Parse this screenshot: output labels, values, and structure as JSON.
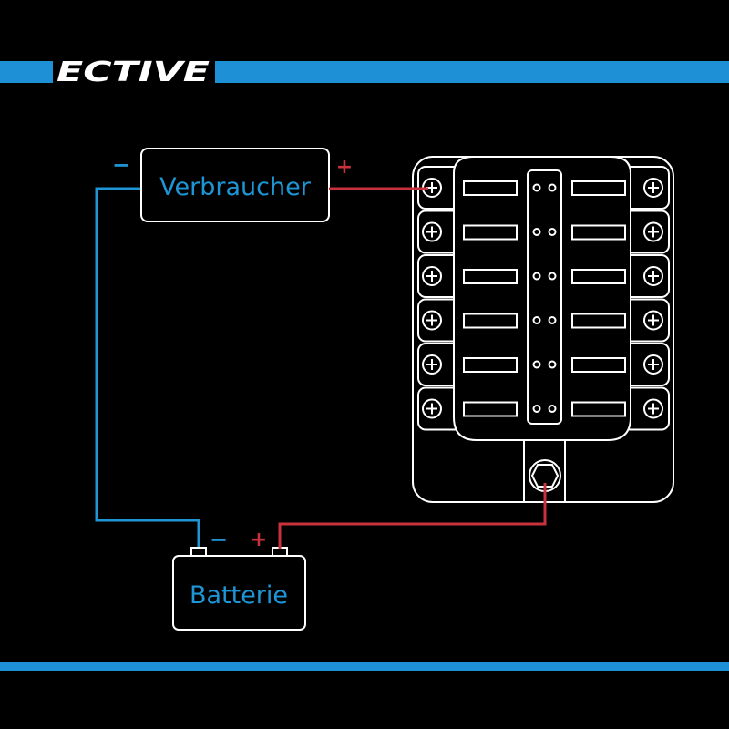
{
  "brand": {
    "logo_text": "ECTIVE",
    "accent": "#1e90d6"
  },
  "diagram": {
    "load": {
      "label": "Verbraucher",
      "minus": "−",
      "plus": "+"
    },
    "battery": {
      "label": "Batterie",
      "minus": "−",
      "plus": "+"
    },
    "fuse_block": {
      "fuse_rows": 6,
      "fuses_per_row": 2
    },
    "colors": {
      "negative": "#1e96d6",
      "positive": "#c8323c",
      "outline": "#ffffff",
      "background": "#000000"
    }
  }
}
